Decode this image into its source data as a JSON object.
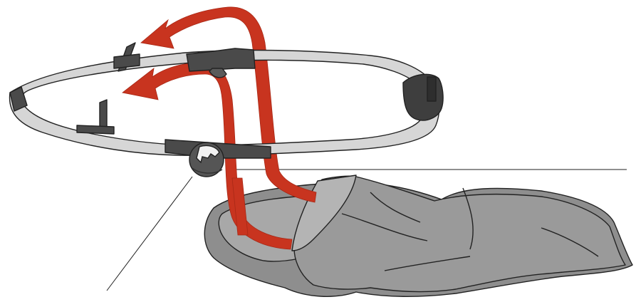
{
  "diagram": {
    "type": "assembly-illustration",
    "components": [
      {
        "name": "frame-hoop"
      },
      {
        "name": "hub-joint"
      },
      {
        "name": "fabric-seat-cover"
      }
    ],
    "arrows": [
      {
        "name": "upper-red-arrow",
        "direction": "left"
      },
      {
        "name": "lower-red-arrow",
        "direction": "left"
      }
    ],
    "colors": {
      "arrow": "#c8341f",
      "frame_fill": "#d6d6d6",
      "frame_dark": "#4a4a4a",
      "fabric": "#9a9a9a",
      "outline": "#222222"
    }
  }
}
